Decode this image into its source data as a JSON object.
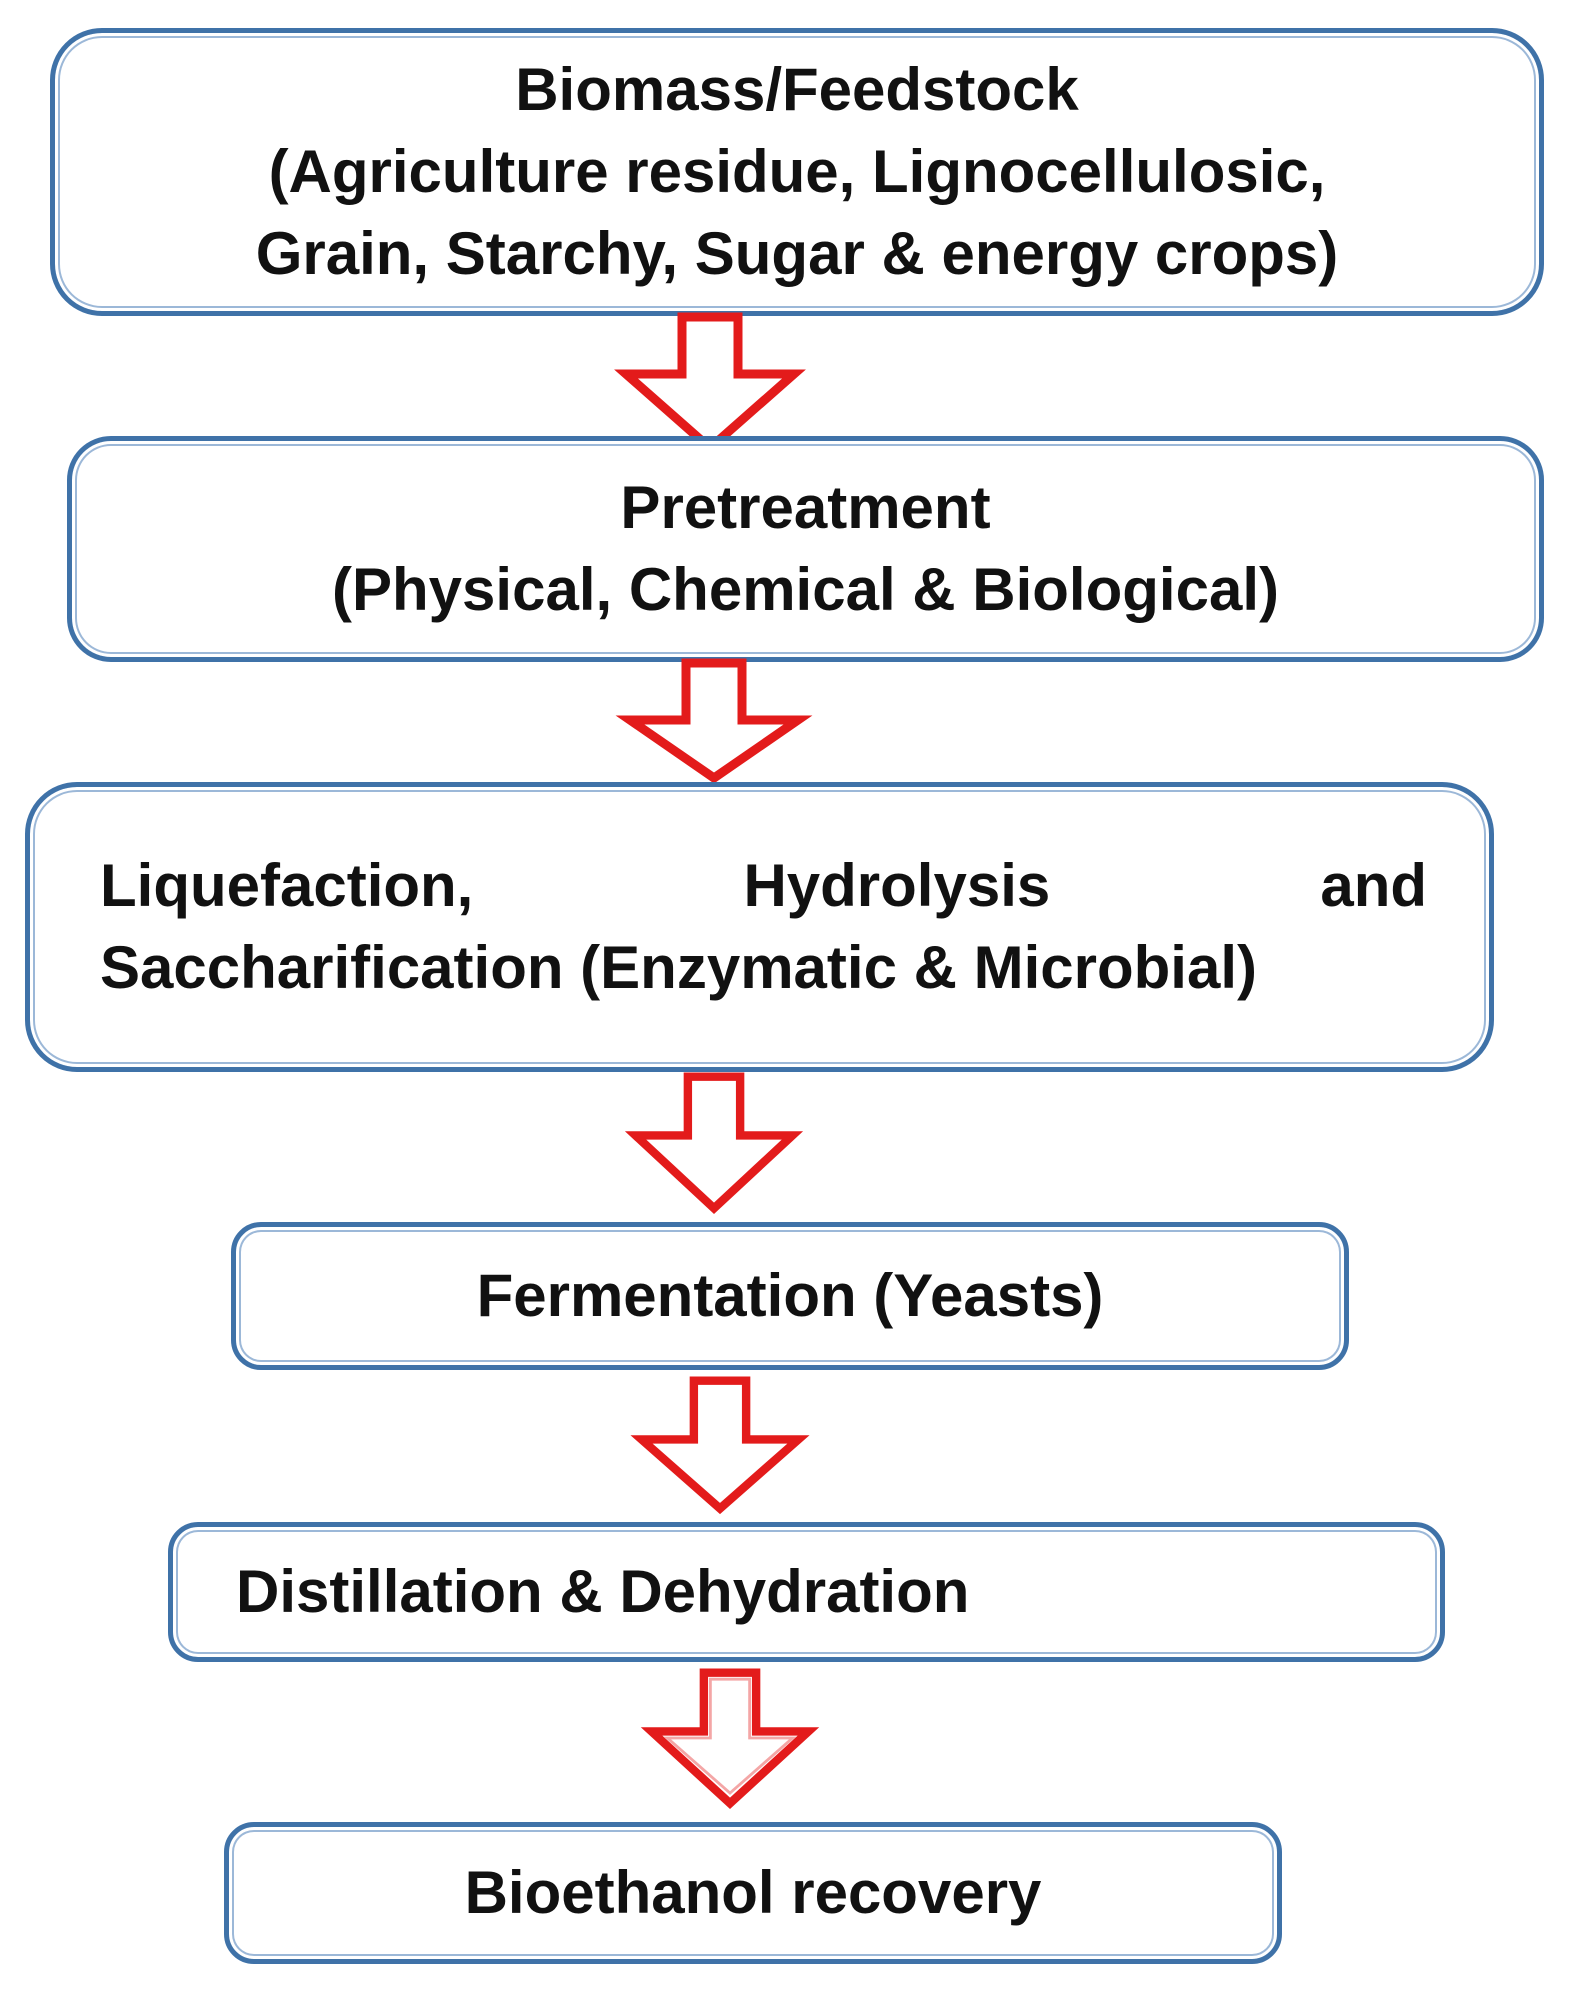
{
  "diagram": {
    "steps": [
      {
        "id": "biomass",
        "lines": [
          "Biomass/Feedstock",
          "(Agriculture residue, Lignocellulosic,",
          "Grain, Starchy, Sugar  & energy crops)"
        ]
      },
      {
        "id": "pretreatment",
        "lines": [
          "Pretreatment",
          "(Physical, Chemical & Biological)"
        ]
      },
      {
        "id": "liquefaction",
        "line1_words": [
          "Liquefaction,",
          "Hydrolysis",
          "and"
        ],
        "line2": "Saccharification (Enzymatic & Microbial)"
      },
      {
        "id": "fermentation",
        "lines": [
          "Fermentation (Yeasts)"
        ]
      },
      {
        "id": "distillation",
        "lines": [
          "Distillation & Dehydration"
        ]
      },
      {
        "id": "bioethanol",
        "lines": [
          "Bioethanol recovery"
        ]
      }
    ],
    "colors": {
      "box_border": "#3f72a8",
      "arrow_stroke": "#e31b1b",
      "text": "#111111"
    },
    "arrow_icon": "hollow-down-arrow-icon"
  }
}
